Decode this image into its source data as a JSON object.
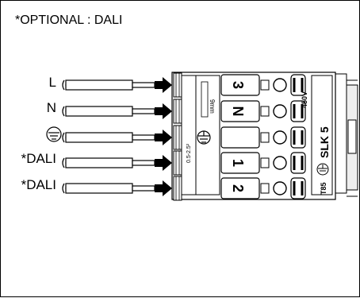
{
  "note": "*OPTIONAL : DALI",
  "wire_labels": [
    "L",
    "N",
    "",
    "*DALI",
    "*DALI"
  ],
  "terminal_numbers": [
    "3",
    "N",
    "",
    "1",
    "2"
  ],
  "block": {
    "model": "SLK 5",
    "voltage": "450V",
    "rating": "T85",
    "wire_spec": "0.5-2.5²",
    "strip_length": "9mm"
  },
  "icons": {
    "earth_wire": "earth-ground-icon",
    "earth_terminal": "earth-ground-icon"
  }
}
